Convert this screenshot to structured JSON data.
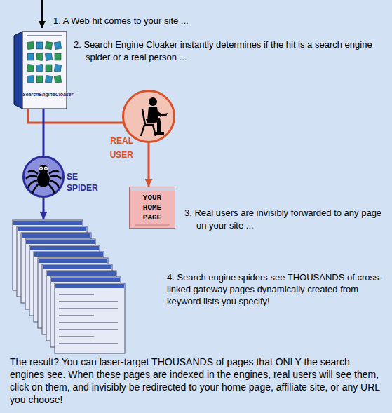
{
  "diagram": {
    "nodes": [
      {
        "text": [
          "SearchEngineCloaker"
        ]
      },
      {
        "text": [
          "REAL USER"
        ]
      },
      {
        "text": [
          "YOUR HOME PAGE"
        ]
      },
      {
        "text": [
          "SE SPIDER"
        ]
      }
    ],
    "edges": [
      {
        "from": 0,
        "to": 1,
        "arrow": "none"
      },
      {
        "from": 1,
        "to": 2,
        "arrow": "to"
      },
      {
        "from": 0,
        "to": 3,
        "arrow": "none"
      }
    ],
    "labels": [
      "1. A Web hit comes to your site ...",
      "2. Search Engine Cloaker instantly determines if the hit is a search engine spider or a real person ...",
      "3. Real users are invisibly forwarded to any page on your site ...",
      "4. Search engine spiders see THOUSANDS of cross-linked gateway pages dynamically created from keyword lists you specify!",
      "The result? You can laser-target THOUSANDS of pages that ONLY the search engines see. When these pages are indexed in the engines, real users will see them, click on them, and invisibly be redirected to your home page, affiliate site, or any URL you choose!"
    ]
  }
}
